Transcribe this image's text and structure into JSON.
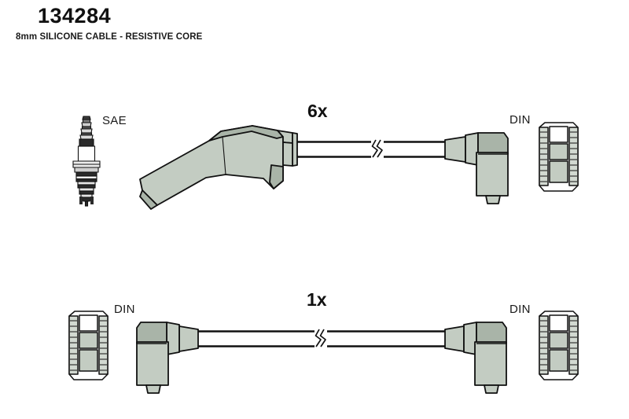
{
  "header": {
    "part_number": "134284",
    "description": "8mm SILICONE CABLE - RESISTIVE CORE"
  },
  "colors": {
    "body_fill": "#c3ccc2",
    "body_fill_dark": "#a9b4a8",
    "body_fill_light": "#d2d9d1",
    "outline": "#111111",
    "cable_fill": "#ffffff",
    "background": "#ffffff",
    "text": "#111111"
  },
  "assemblies": [
    {
      "name": "plug-lead-6x",
      "quantity_label": "6x",
      "left_terminal_label": "SAE",
      "left_terminal_icon": "spark-plug-icon",
      "left_boot": "angled-spark-plug-boot",
      "right_terminal_label": "DIN",
      "right_terminal_icon": "din-socket-icon",
      "right_boot": "right-angle-din-boot",
      "cable_break_symbol": "cable-break-icon"
    },
    {
      "name": "plug-lead-1x",
      "quantity_label": "1x",
      "left_terminal_label": "DIN",
      "left_terminal_icon": "din-socket-icon",
      "left_boot": "right-angle-din-boot-left",
      "right_terminal_label": "DIN",
      "right_terminal_icon": "din-socket-icon",
      "right_boot": "right-angle-din-boot-right",
      "cable_break_symbol": "cable-break-icon"
    }
  ]
}
